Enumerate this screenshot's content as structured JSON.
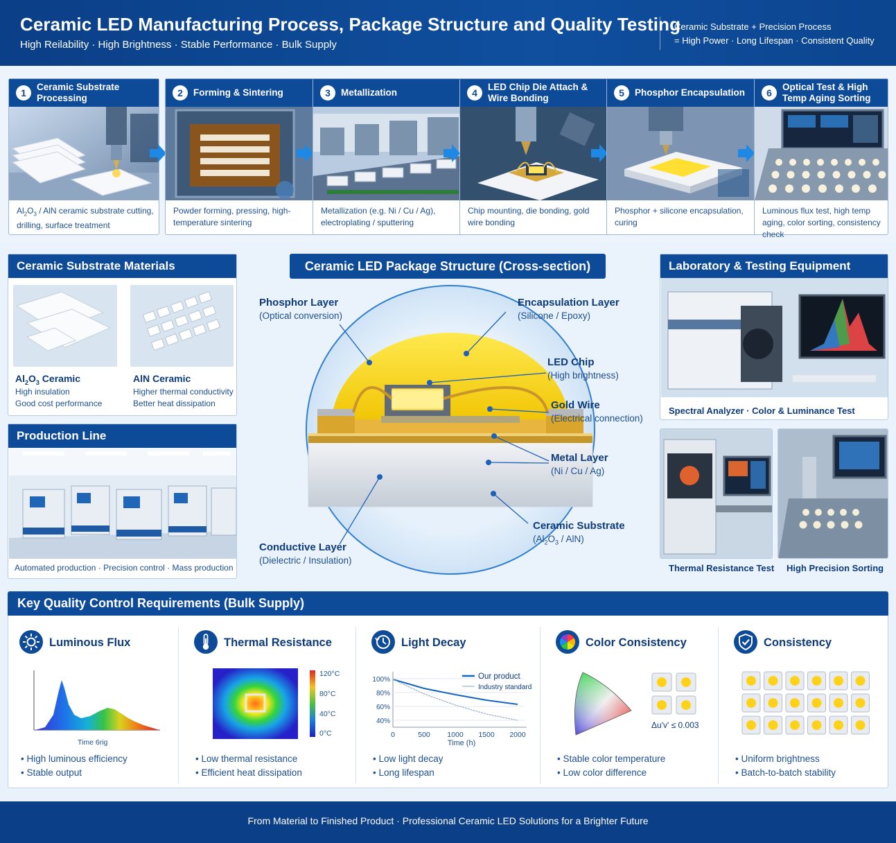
{
  "header": {
    "title": "Ceramic LED Manufacturing Process, Package Structure and Quality Testing",
    "subtitle": "High Reilability · High Brightness · Stable Performance · Bulk Supply",
    "right_line1": "Ceramic Substrate + Precision Process",
    "right_line2": "= High Power · Long Lifespan · Consistent Quality"
  },
  "steps": [
    {
      "num": "1",
      "title": "Ceramic Substrate Processing",
      "desc_a": "Al",
      "desc_sub1": "2",
      "desc_b": "O",
      "desc_sub2": "3",
      "desc_c": " / AlN ceramic substrate cutting, drilling, surface treatment"
    },
    {
      "num": "2",
      "title": "Forming & Sintering",
      "desc": "Powder forming, pressing, high-temperature sintering"
    },
    {
      "num": "3",
      "title": "Metallization",
      "desc": "Metallization (e.g. Ni / Cu / Ag), electroplating / sputtering"
    },
    {
      "num": "4",
      "title": "LED Chip Die Attach & Wire Bonding",
      "desc": "Chip mounting, die bonding, gold wire bonding"
    },
    {
      "num": "5",
      "title": "Phosphor Encapsulation",
      "desc": "Phosphor + silicone encapsulation, curing"
    },
    {
      "num": "6",
      "title": "Optical Test & High Temp Aging Sorting",
      "desc": "Luminous flux test, high temp aging, color sorting, consistency check"
    }
  ],
  "materials": {
    "heading": "Ceramic Substrate Materials",
    "al2o3": {
      "name_a": "Al",
      "sub1": "2",
      "name_b": "O",
      "sub2": "3",
      "name_c": " Ceramic",
      "line1": "High insulation",
      "line2": "Good cost performance"
    },
    "aln": {
      "name": "AlN Ceramic",
      "line1": "Higher thermal conductivity",
      "line2": "Better heat dissipation"
    }
  },
  "production": {
    "heading": "Production Line",
    "caption": "Automated production · Precision control · Mass production"
  },
  "package": {
    "heading": "Ceramic LED Package Structure (Cross-section)",
    "callouts": {
      "phosphor": {
        "title": "Phosphor Layer",
        "sub": "(Optical conversion)"
      },
      "encap": {
        "title": "Encapsulation Layer",
        "sub": "(Silicone / Epoxy)"
      },
      "chip": {
        "title": "LED Chip",
        "sub": "(High brightness)"
      },
      "wire": {
        "title": "Gold Wire",
        "sub": "(Electrical connection)"
      },
      "metal": {
        "title": "Metal Layer",
        "sub": "(Ni / Cu / Ag)"
      },
      "substrate": {
        "title": "Ceramic Substrate",
        "sub_a": "(Al",
        "sub_1": "2",
        "sub_b": "O",
        "sub_2": "3",
        "sub_c": " / AlN)"
      },
      "conductive": {
        "title": "Conductive Layer",
        "sub": "(Dielectric / Insulation)"
      }
    }
  },
  "lab": {
    "heading": "Laboratory & Testing Equipment",
    "caption_spectral": "Spectral Analyzer · Color & Luminance Test",
    "caption_thermal": "Thermal Resistance Test",
    "caption_sorting": "High Precision Sorting"
  },
  "qc": {
    "heading": "Key Quality Control Requirements (Bulk Supply)",
    "items": [
      {
        "title": "Luminous Flux",
        "b1": "High luminous efficiency",
        "b2": "Stable output"
      },
      {
        "title": "Thermal Resistance",
        "b1": "Low thermal resistance",
        "b2": "Efficient heat dissipation"
      },
      {
        "title": "Light Decay",
        "b1": "Low light decay",
        "b2": "Long lifespan"
      },
      {
        "title": "Color Consistency",
        "b1": "Stable color temperature",
        "b2": "Low color difference"
      },
      {
        "title": "Consistency",
        "b1": "Uniform brightness",
        "b2": "Batch-to-batch stability"
      }
    ],
    "flux_xlabel": "Time 6rig",
    "thermal_scale": [
      "120°C",
      "80°C",
      "40°C",
      "0°C"
    ],
    "color_delta": "Δu'v' ≤ 0.003"
  },
  "chart_data": {
    "type": "line",
    "xlabel": "Time (h)",
    "x": [
      0,
      500,
      1000,
      1500,
      2000
    ],
    "xticks": [
      "0",
      "500",
      "1000",
      "1500",
      "2000"
    ],
    "yticks": [
      "100%",
      "80%",
      "60%",
      "40%"
    ],
    "ylim": [
      30,
      100
    ],
    "xlim": [
      0,
      2000
    ],
    "legend": "top-right",
    "series": [
      {
        "name": "Our product",
        "values": [
          99,
          86,
          77,
          69,
          63
        ],
        "color": "#1565c0"
      },
      {
        "name": "Industry standard",
        "values": [
          99,
          78,
          62,
          49,
          40
        ],
        "color": "#9fb2c9"
      }
    ]
  },
  "footer": {
    "text": "From Material to Finished Product · Professional Ceramic LED Solutions for a Brighter Future"
  }
}
